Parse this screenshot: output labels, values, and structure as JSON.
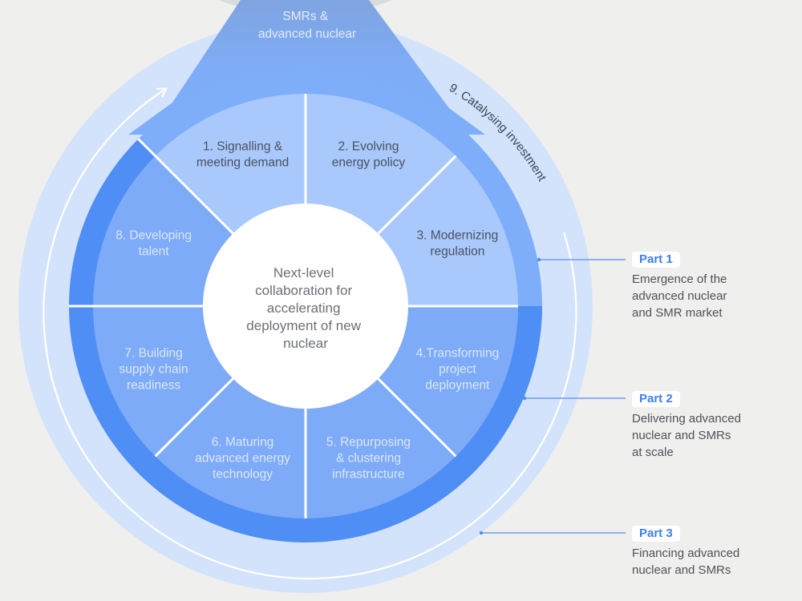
{
  "diagram": {
    "top_label": [
      "SMRs &",
      "advanced nuclear"
    ],
    "center_label": [
      "Next-level",
      "collaboration for",
      "accelerating",
      "deployment of new",
      "nuclear"
    ],
    "outer_arc_label": "9. Catalysing investment",
    "segments": [
      {
        "id": 1,
        "lines": [
          "1. Signalling &",
          "meeting demand"
        ],
        "part": 1
      },
      {
        "id": 2,
        "lines": [
          "2. Evolving",
          "energy policy"
        ],
        "part": 1
      },
      {
        "id": 3,
        "lines": [
          "3. Modernizing",
          "regulation"
        ],
        "part": 1
      },
      {
        "id": 4,
        "lines": [
          "4.Transforming",
          "project",
          "deployment"
        ],
        "part": 2
      },
      {
        "id": 5,
        "lines": [
          "5. Repurposing",
          "& clustering",
          "infrastructure"
        ],
        "part": 2
      },
      {
        "id": 6,
        "lines": [
          "6. Maturing",
          "advanced energy",
          "technology"
        ],
        "part": 2
      },
      {
        "id": 7,
        "lines": [
          "7. Building",
          "supply chain",
          "readiness"
        ],
        "part": 2
      },
      {
        "id": 8,
        "lines": [
          "8. Developing",
          "talent"
        ],
        "part": 2
      }
    ],
    "colors": {
      "background": "#efefed",
      "part1_segment": "#a9c8fb",
      "part2_segment": "#7eabf7",
      "part1_band": "#7eaefa",
      "part2_band": "#4f8ef5",
      "outer_ring": "#d3e3fc",
      "funnel_top": "#7ba5e6",
      "funnel_bottom": "#7eaefa",
      "top_circle": "#d9dcde",
      "center": "#ffffff",
      "accent": "#3f7ef0"
    }
  },
  "parts": [
    {
      "badge": "Part 1",
      "lines": [
        "Emergence of the",
        "advanced nuclear",
        "and SMR market"
      ]
    },
    {
      "badge": "Part 2",
      "lines": [
        "Delivering advanced",
        "nuclear and SMRs",
        "at scale"
      ]
    },
    {
      "badge": "Part 3",
      "lines": [
        "Financing advanced",
        "nuclear and SMRs"
      ]
    }
  ]
}
